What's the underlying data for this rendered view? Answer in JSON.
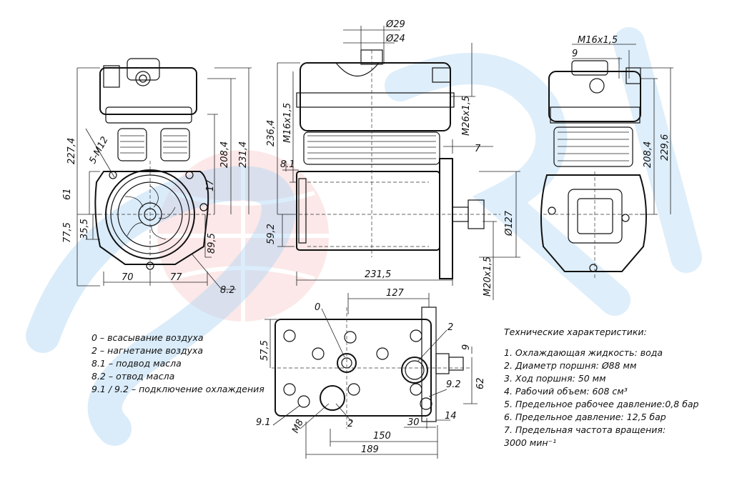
{
  "watermark": {
    "text": "SORL",
    "blue": "#5aa6e6",
    "red": "#f08a8a"
  },
  "front_view": {
    "dims": [
      "227,4",
      "208,4",
      "231,4",
      "5-M12",
      "61",
      "17",
      "35,5",
      "77,5",
      "89,5",
      "70",
      "77",
      "8.2"
    ]
  },
  "side_view": {
    "dims": [
      "Ø29",
      "Ø24",
      "236,4",
      "M16x1,5",
      "M26x1,5",
      "7",
      "8.1",
      "59,2",
      "Ø127",
      "231,5",
      "M20x1,5"
    ]
  },
  "right_view": {
    "dims": [
      "M16x1,5",
      "9",
      "208,4",
      "229,6"
    ]
  },
  "top_view": {
    "dims": [
      "127",
      "0",
      "2",
      "9",
      "57,5",
      "62",
      "9.2",
      "9.1",
      "M8",
      "2",
      "30",
      "14",
      "150",
      "189"
    ]
  },
  "legend": [
    "0 – всасывание воздуха",
    "2 – нагнетание воздуха",
    "8.1 – подвод масла",
    "8.2 – отвод масла",
    "9.1 / 9.2 – подключение охлаждения"
  ],
  "specs": {
    "title": "Технические характеристики:",
    "items": [
      "1. Охлаждающая жидкость: вода",
      "2. Диаметр поршня: Ø88 мм",
      "3. Ход поршня: 50 мм",
      "4. Рабочий объем: 608 см³",
      "5. Предельное рабочее давление:0,8 бар",
      "6. Предельное давление: 12,5 бар",
      "7. Предельная частота вращения:",
      "3000 мин⁻¹"
    ]
  }
}
